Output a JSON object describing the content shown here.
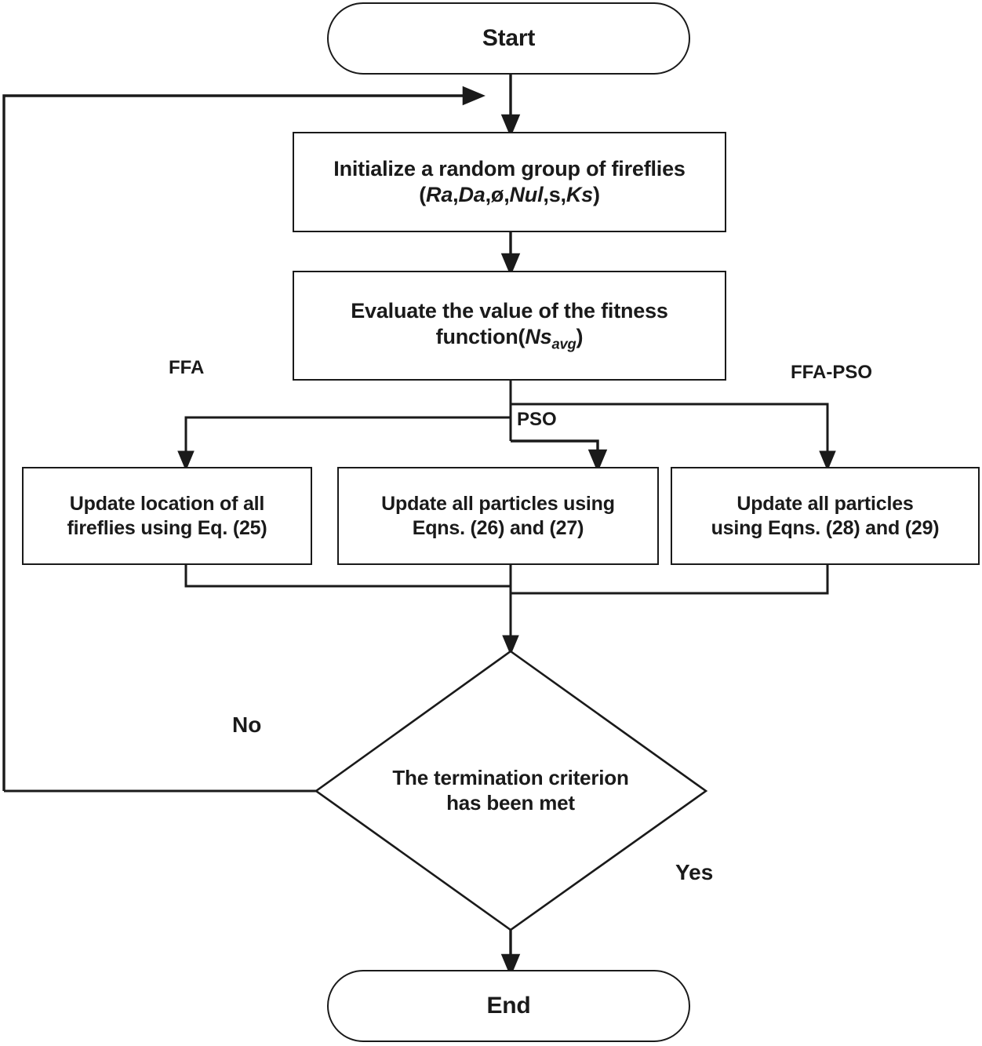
{
  "diagram": {
    "title": "FFA / PSO / FFA-PSO optimization flowchart",
    "line_color": "#1a1a1a",
    "text_color": "#1a1a1a",
    "background": "#ffffff"
  },
  "nodes": {
    "start": {
      "label": "Start",
      "shape": "terminator"
    },
    "initialize": {
      "line1": "Initialize a random group of fireflies",
      "line2_open": "(",
      "line2_ra": "Ra",
      "line2_c1": ",",
      "line2_da": "Da",
      "line2_c2": ",ø,",
      "line2_nul": "Nul",
      "line2_c3": ",s,",
      "line2_ks": "Ks",
      "line2_close": ")",
      "shape": "process"
    },
    "evaluate": {
      "line1": "Evaluate the value of the  fitness",
      "line2_pre": "function(",
      "line2_ns": "Ns",
      "line2_sub": "avg",
      "line2_post": ")",
      "shape": "process"
    },
    "update_ffa": {
      "line1": "Update location of all",
      "line2": "fireflies using Eq. (25)",
      "shape": "process"
    },
    "update_pso": {
      "line1": "Update all particles using",
      "line2": "Eqns. (26) and (27)",
      "shape": "process"
    },
    "update_ffapso": {
      "line1": "Update all particles",
      "line2": "using Eqns. (28) and (29)",
      "shape": "process"
    },
    "decision": {
      "line1": "The termination criterion",
      "line2": "has been met",
      "shape": "diamond"
    },
    "end": {
      "label": "End",
      "shape": "terminator"
    }
  },
  "edge_labels": {
    "ffa": "FFA",
    "pso": "PSO",
    "ffa_pso": "FFA-PSO",
    "no": "No",
    "yes": "Yes"
  }
}
